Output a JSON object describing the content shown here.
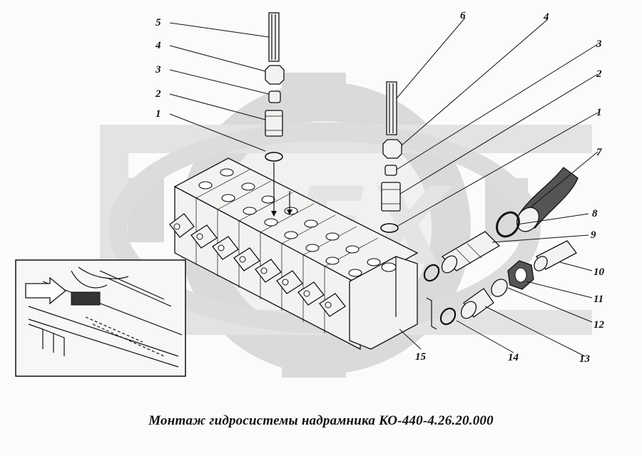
{
  "caption": "Монтаж гидросистемы надрамника КО-440-4.26.20.000",
  "watermark_text": "OEX",
  "callouts": [
    {
      "label": "5"
    },
    {
      "label": "4"
    },
    {
      "label": "3"
    },
    {
      "label": "2"
    },
    {
      "label": "1"
    },
    {
      "label": "6"
    },
    {
      "label": "4"
    },
    {
      "label": "3"
    },
    {
      "label": "2"
    },
    {
      "label": "1"
    },
    {
      "label": "7"
    },
    {
      "label": "8"
    },
    {
      "label": "9"
    },
    {
      "label": "10"
    },
    {
      "label": "11"
    },
    {
      "label": "12"
    },
    {
      "label": "13"
    },
    {
      "label": "14"
    },
    {
      "label": "15"
    }
  ],
  "colors": {
    "ink": "#111111",
    "watermark": "#d9d9d9",
    "paper": "#fbfbfa"
  }
}
